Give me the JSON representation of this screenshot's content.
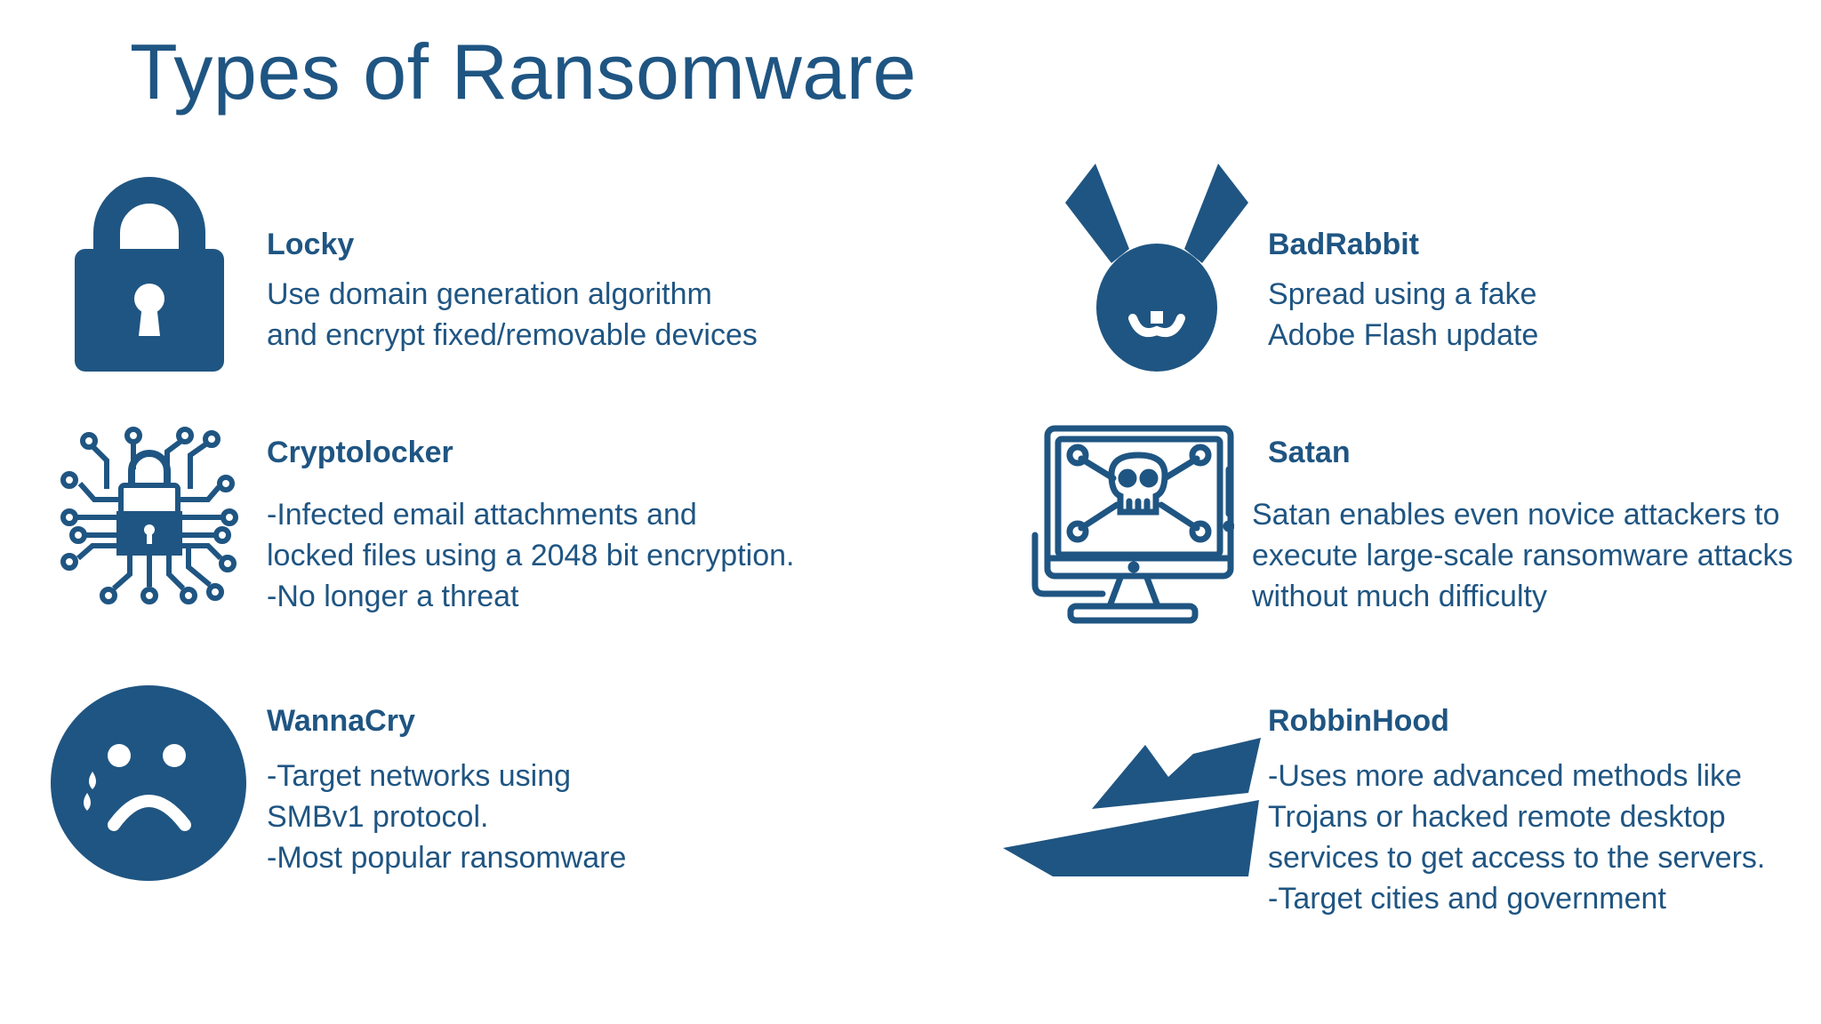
{
  "slide": {
    "title": "Types of Ransomware",
    "accent_color": "#1f5582",
    "items": [
      {
        "name": "Locky",
        "icon": "padlock-icon",
        "lines": [
          "Use domain generation algorithm",
          "and encrypt fixed/removable devices"
        ]
      },
      {
        "name": "Cryptolocker",
        "icon": "circuit-lock-icon",
        "lines": [
          "-Infected email attachments and",
          "locked files using a 2048 bit encryption.",
          "-No longer a threat"
        ]
      },
      {
        "name": "WannaCry",
        "icon": "crying-face-icon",
        "lines": [
          "-Target networks using",
          "SMBv1 protocol.",
          "-Most popular ransomware"
        ]
      },
      {
        "name": "BadRabbit",
        "icon": "rabbit-icon",
        "lines": [
          "Spread using a fake",
          "Adobe Flash update"
        ]
      },
      {
        "name": "Satan",
        "icon": "skull-monitor-icon",
        "lines": [
          "Satan enables even novice attackers to",
          "execute large-scale ransomware attacks",
          "without much difficulty"
        ]
      },
      {
        "name": "RobbinHood",
        "icon": "hood-hat-icon",
        "lines": [
          "-Uses more advanced methods like",
          "Trojans or hacked remote desktop",
          "services to get access to the servers.",
          "-Target cities and government"
        ]
      }
    ]
  }
}
